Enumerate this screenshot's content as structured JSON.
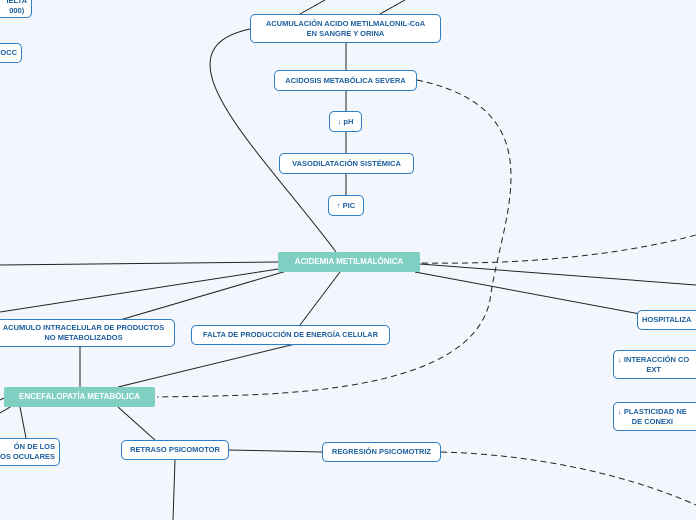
{
  "nodes": {
    "acumulacion_acido": "ACUMULACIÓN ACIDO METILMALONIL-CoA\nEN SANGRE Y ORINA",
    "acidosis": "ACIDOSIS METABÓLICA SEVERA",
    "ph": "↓ pH",
    "vasodilatacion": "VASODILATACIÓN SISTÉMICA",
    "pic": "↑ PIC",
    "acidemia": "ACIDEMIA METILMALÓNICA",
    "acumulo": "ACUMULO INTRACELULAR DE PRODUCTOS\nNO METABOLIZADOS",
    "falta_energia": "FALTA DE PRODUCCIÓN DE ENERGÍA CELULAR",
    "encefalopatia": "ENCEFALOPATÍA METABÓLICA",
    "retraso": "RETRASO PSICOMOTOR",
    "regresion": "REGRESIÓN PSICOMOTRIZ",
    "hospitaliza": "HOSPITALIZA",
    "interaccion": "↓  INTERACCIÓN CO\nEXT",
    "plasticidad": "↓ PLASTICIDAD NE\nDE CONEXI",
    "top_left_1": "IELTA\n000)",
    "top_left_2": "OCC",
    "bottom_left": "ÓN DE LOS\nOS OCULARES"
  },
  "colors": {
    "background": "#f3f6fd",
    "node_border": "#2f7fc4",
    "node_text": "#1c5f9e",
    "main_node_fill": "#7fcfc3",
    "line": "#222222"
  }
}
